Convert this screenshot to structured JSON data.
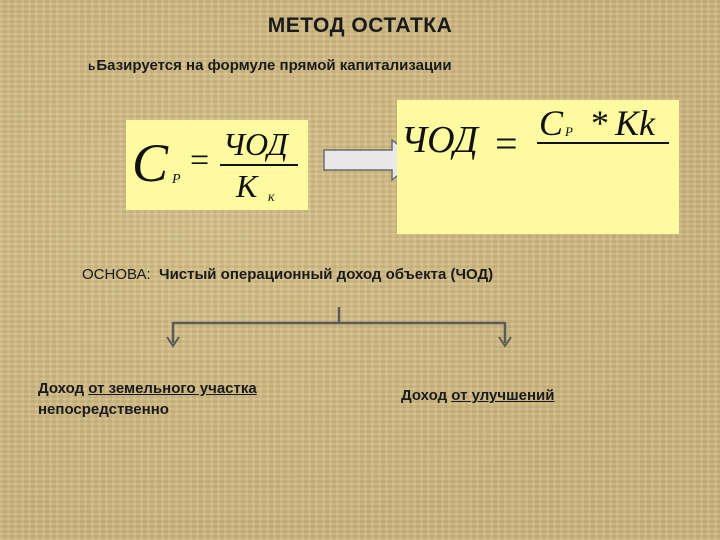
{
  "slide": {
    "title": "МЕТОД ОСТАТКА",
    "bullet_glyph": "ь",
    "subtitle": "Базируется на формуле прямой капитализации"
  },
  "formula_left": {
    "lhs": "С",
    "lhs_sub": "Р",
    "equals": "=",
    "numerator": "ЧОД",
    "denominator": "К",
    "denominator_sub": "к"
  },
  "formula_right": {
    "lhs": "ЧОД",
    "equals": "=",
    "numerator_var": "С",
    "numerator_sub": "Р",
    "multiply": "*",
    "numerator_coef": "Kk"
  },
  "basis": {
    "label": "ОСНОВА:",
    "text": "Чистый операционный доход объекта (ЧОД)"
  },
  "income_left": {
    "part1": "Доход ",
    "part2": "от земельного участка",
    "part3": " непосредственно"
  },
  "income_right": {
    "part1": "Доход ",
    "part2": "от улучшений"
  },
  "colors": {
    "background": "#cdb77f",
    "formula_box": "#fdfaa0",
    "arrow_fill": "#e8e8e8",
    "tree_line": "#5a5a5a"
  }
}
